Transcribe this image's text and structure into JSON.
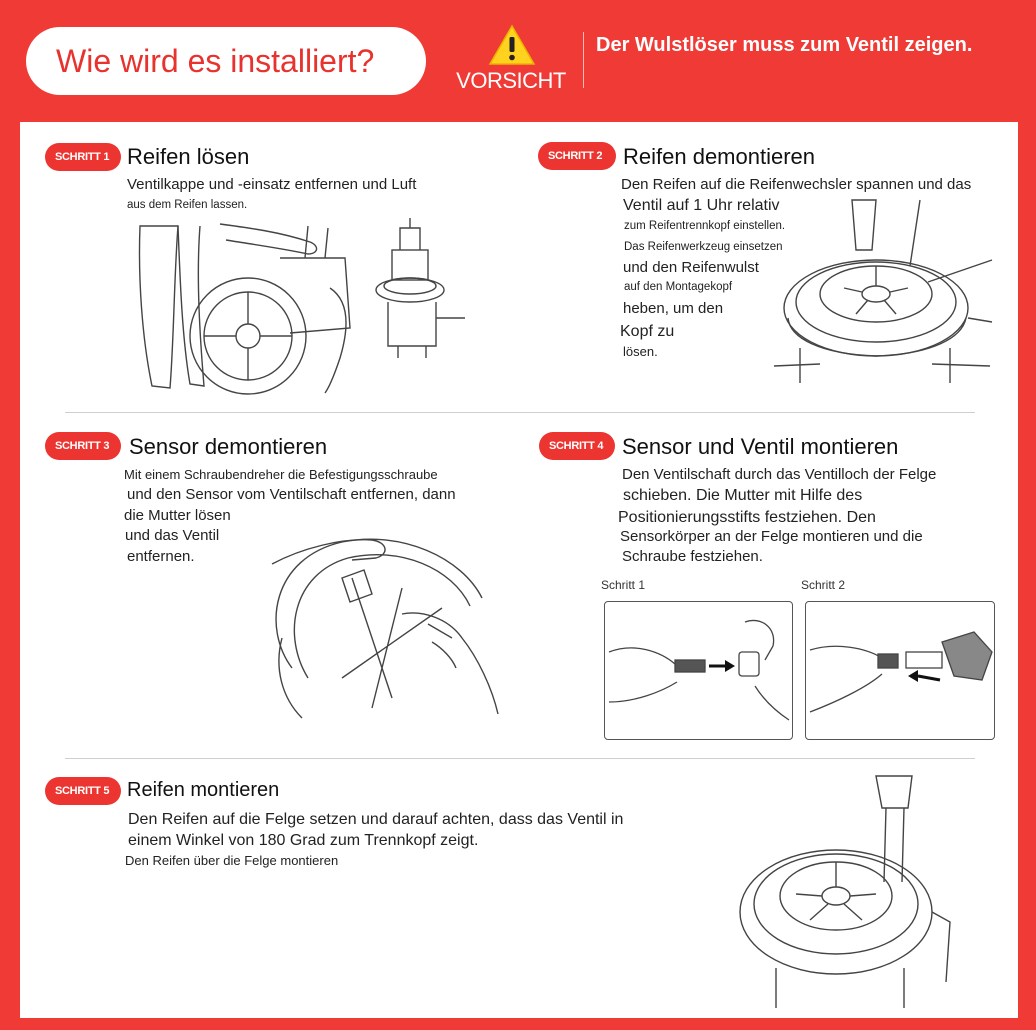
{
  "header": {
    "title": "Wie wird es installiert?",
    "warning_label": "VORSICHT",
    "warning_text": "Der Wulstlöser muss zum Ventil zeigen."
  },
  "steps": [
    {
      "badge": "SCHRITT 1",
      "title": "Reifen lösen",
      "lines": [
        "Ventilkappe und -einsatz entfernen und Luft",
        "aus dem Reifen lassen."
      ]
    },
    {
      "badge": "SCHRITT 2",
      "title": "Reifen demontieren",
      "lines": [
        "Den Reifen auf die Reifenwechsler spannen und das",
        "Ventil auf 1 Uhr relativ",
        "zum Reifentrennkopf einstellen.",
        "Das Reifenwerkzeug einsetzen",
        "und den Reifenwulst",
        "auf den Montagekopf",
        "heben, um den",
        "Kopf zu",
        "lösen."
      ]
    },
    {
      "badge": "SCHRITT 3",
      "title": "Sensor demontieren",
      "lines": [
        "Mit einem Schraubendreher die Befestigungsschraube",
        "und den Sensor vom Ventilschaft entfernen, dann",
        "die Mutter lösen",
        "und das Ventil",
        "entfernen."
      ]
    },
    {
      "badge": "SCHRITT 4",
      "title": "Sensor und Ventil montieren",
      "lines": [
        "Den Ventilschaft durch das Ventilloch der Felge",
        "schieben. Die Mutter mit Hilfe des",
        "Positionierungsstifts festziehen. Den",
        "Sensorkörper an der Felge montieren und die",
        "Schraube festziehen."
      ],
      "sub1": "Schritt 1",
      "sub2": "Schritt 2"
    },
    {
      "badge": "SCHRITT 5",
      "title": "Reifen montieren",
      "lines": [
        "Den Reifen auf die Felge setzen und darauf achten, dass das Ventil in",
        "einem Winkel von 180 Grad zum Trennkopf zeigt.",
        "Den Reifen über die Felge montieren"
      ]
    }
  ],
  "colors": {
    "brand_red": "#f03a35",
    "badge_red": "#ec3530",
    "panel": "#ffffff"
  },
  "icons": [
    "warning-triangle-icon"
  ]
}
